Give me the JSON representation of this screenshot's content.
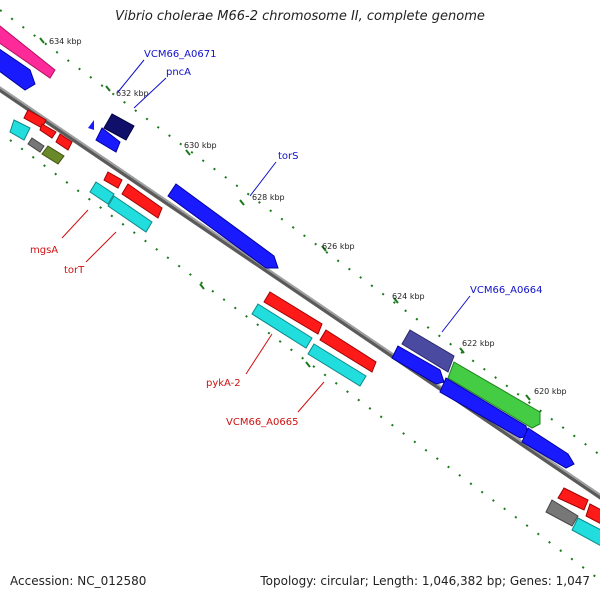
{
  "title": "Vibrio cholerae M66-2 chromosome II, complete genome",
  "footer": {
    "accession": "Accession: NC_012580",
    "summary": "Topology: circular; Length: 1,046,382 bp; Genes: 1,047"
  },
  "ticks": [
    "634 kbp",
    "632 kbp",
    "630 kbp",
    "628 kbp",
    "626 kbp",
    "624 kbp",
    "622 kbp",
    "620 kbp"
  ],
  "labels": {
    "VCM66_A0671": "VCM66_A0671",
    "pncA": "pncA",
    "torS": "torS",
    "VCM66_A0664": "VCM66_A0664",
    "mgsA": "mgsA",
    "torT": "torT",
    "pykA_2": "pykA-2",
    "VCM66_A0665": "VCM66_A0665"
  },
  "colors": {
    "backbone": "#808080",
    "tick": "#1a7a1a",
    "forward_label": "#1010c8",
    "reverse_label": "#d01010"
  }
}
